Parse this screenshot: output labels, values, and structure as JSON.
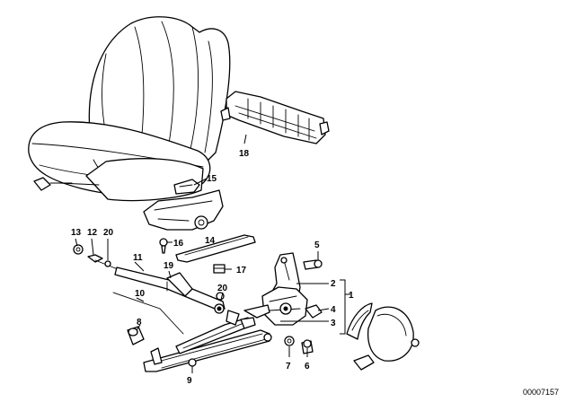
{
  "diagram": {
    "doc_number": "00007157",
    "callouts": [
      {
        "id": "c1",
        "label": "1"
      },
      {
        "id": "c2",
        "label": "2"
      },
      {
        "id": "c3",
        "label": "3"
      },
      {
        "id": "c4",
        "label": "4"
      },
      {
        "id": "c5",
        "label": "5"
      },
      {
        "id": "c6",
        "label": "6"
      },
      {
        "id": "c7",
        "label": "7"
      },
      {
        "id": "c8",
        "label": "8"
      },
      {
        "id": "c9",
        "label": "9"
      },
      {
        "id": "c10",
        "label": "10"
      },
      {
        "id": "c11",
        "label": "11"
      },
      {
        "id": "c12",
        "label": "12"
      },
      {
        "id": "c13",
        "label": "13"
      },
      {
        "id": "c14",
        "label": "14"
      },
      {
        "id": "c15",
        "label": "15"
      },
      {
        "id": "c16",
        "label": "16"
      },
      {
        "id": "c17",
        "label": "17"
      },
      {
        "id": "c18",
        "label": "18"
      },
      {
        "id": "c19",
        "label": "19"
      },
      {
        "id": "c20a",
        "label": "20"
      },
      {
        "id": "c20b",
        "label": "20"
      }
    ]
  }
}
